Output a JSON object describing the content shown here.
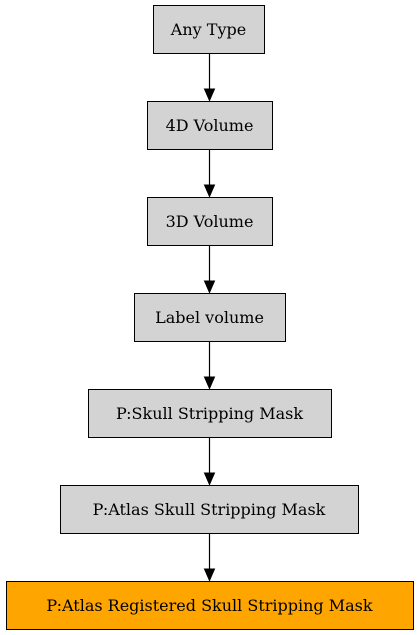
{
  "diagram": {
    "nodes": [
      {
        "id": "any-type",
        "label": "Any Type",
        "fill": "#d3d3d3"
      },
      {
        "id": "4d-volume",
        "label": "4D Volume",
        "fill": "#d3d3d3"
      },
      {
        "id": "3d-volume",
        "label": "3D Volume",
        "fill": "#d3d3d3"
      },
      {
        "id": "label-volume",
        "label": "Label volume",
        "fill": "#d3d3d3"
      },
      {
        "id": "skull-stripping-mask",
        "label": "P:Skull Stripping Mask",
        "fill": "#d3d3d3"
      },
      {
        "id": "atlas-skull-stripping-mask",
        "label": "P:Atlas Skull Stripping Mask",
        "fill": "#d3d3d3"
      },
      {
        "id": "atlas-registered-skull-stripping-mask",
        "label": "P:Atlas Registered Skull Stripping Mask",
        "fill": "#ffa500"
      }
    ],
    "edges": [
      {
        "from": "any-type",
        "to": "4d-volume"
      },
      {
        "from": "4d-volume",
        "to": "3d-volume"
      },
      {
        "from": "3d-volume",
        "to": "label-volume"
      },
      {
        "from": "label-volume",
        "to": "skull-stripping-mask"
      },
      {
        "from": "skull-stripping-mask",
        "to": "atlas-skull-stripping-mask"
      },
      {
        "from": "atlas-skull-stripping-mask",
        "to": "atlas-registered-skull-stripping-mask"
      }
    ]
  }
}
